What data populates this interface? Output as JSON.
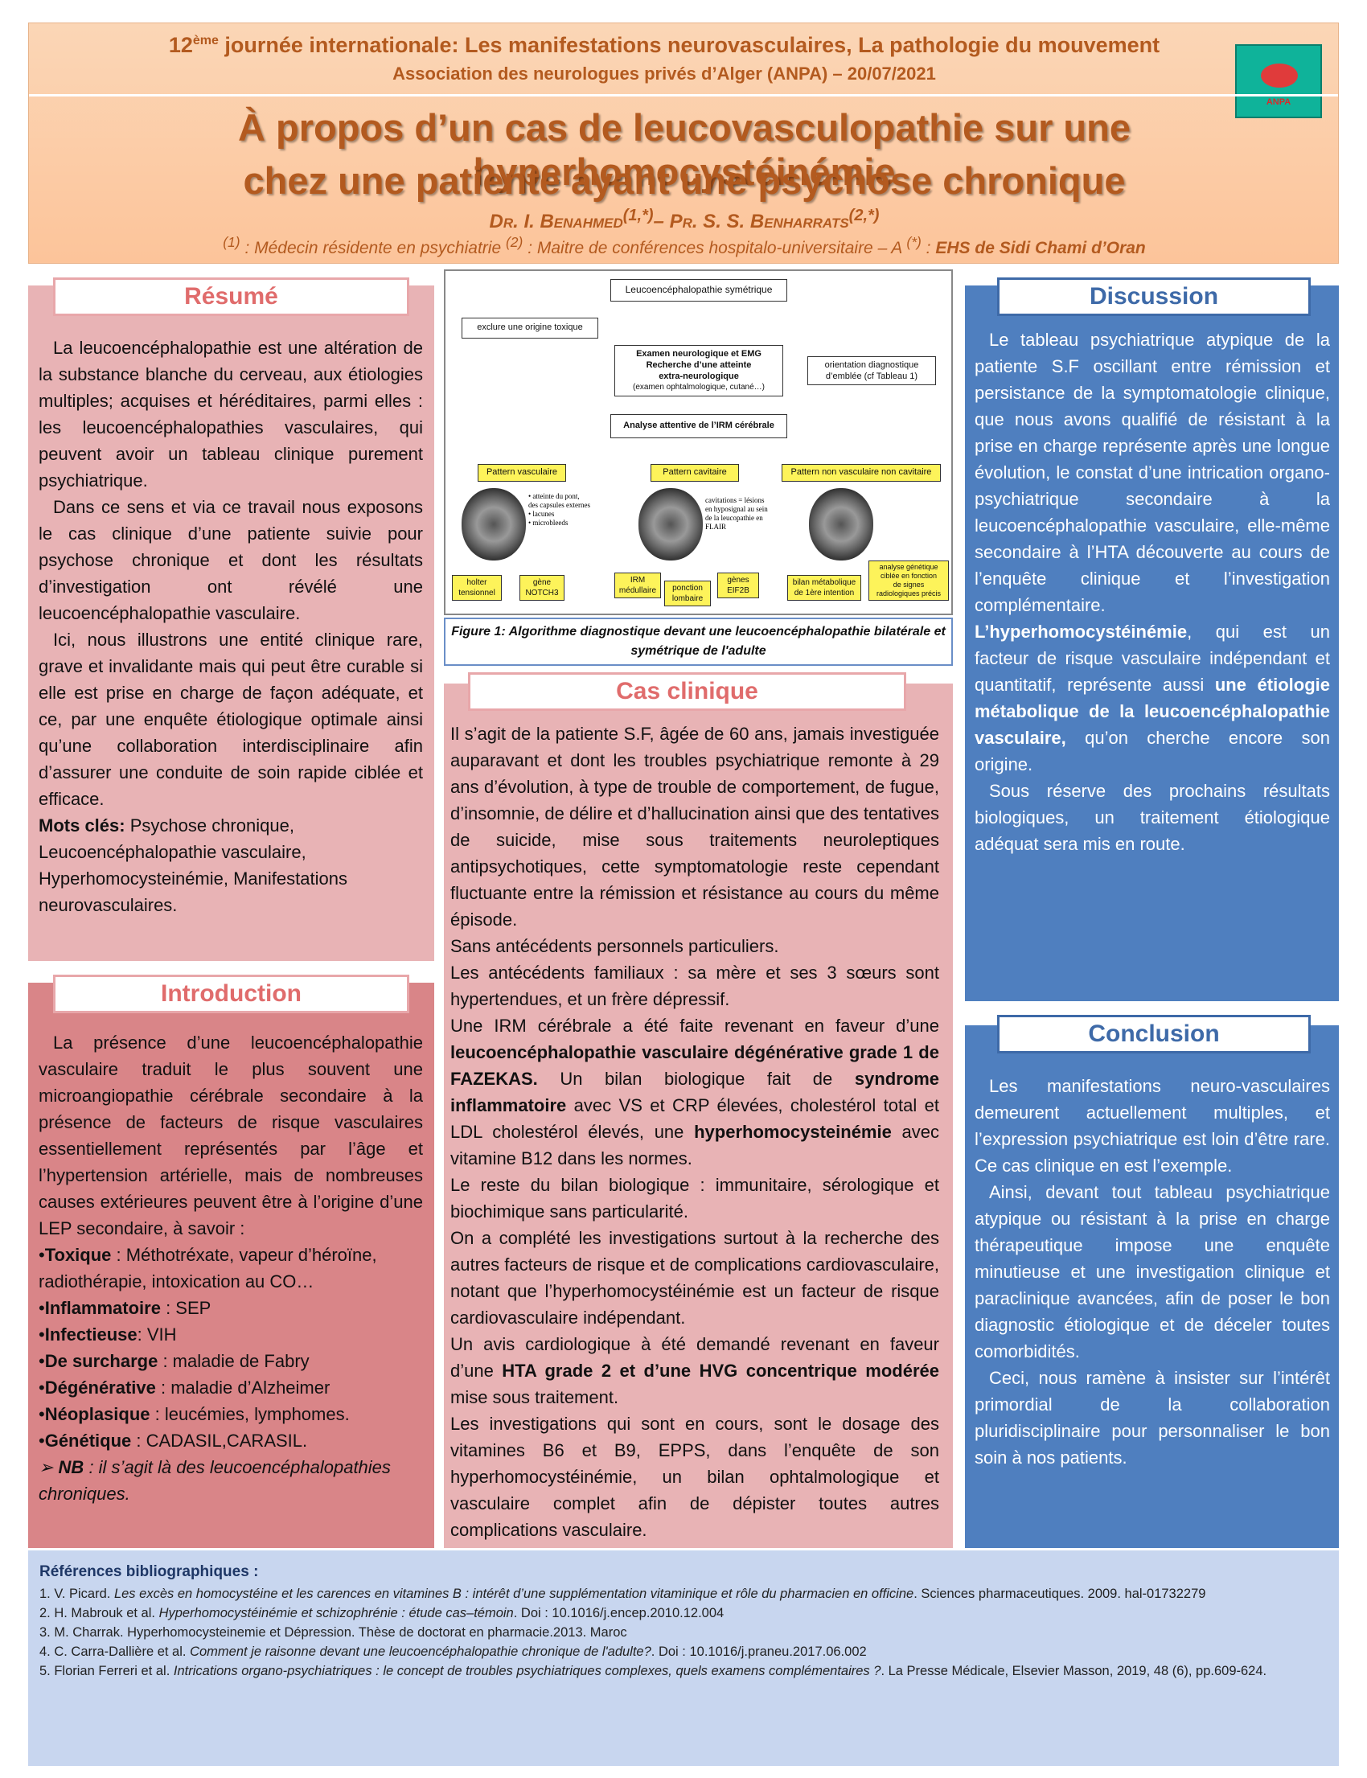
{
  "header": {
    "conf_prefix": "12",
    "conf_sup": "ème",
    "conf_rest": " journée internationale:  Les manifestations neurovasculaires, La pathologie du mouvement",
    "assoc": "Association des neurologues privés d’Alger (ANPA) – 20/07/2021",
    "title_line1": "À propos d’un cas de leucovasculopathie sur une hyperhomocystéinémie",
    "title_line2": "chez une patiente ayant une psychose chronique",
    "author1": "Dr. I. Benahmed",
    "author1_sup": "(1,*)",
    "author_sep": "– ",
    "author2": "Pr. S. S. Benharrats",
    "author2_sup": "(2,*)",
    "affil_sup1": "(1)",
    "affil_1": " : Médecin résidente en psychiatrie ",
    "affil_sup2": "(2)",
    "affil_2": " : Maitre de conférences hospitalo-universitaire – A ",
    "affil_sup3": "(*)",
    "affil_3": " : ",
    "affil_inst": "EHS de Sidi Chami d’Oran",
    "logo_text": "ANPA"
  },
  "resume": {
    "title": "Résumé",
    "p1": "La leucoencéphalopathie est une altération de la substance blanche du cerveau, aux étiologies multiples; acquises et héréditaires, parmi elles : les leucoencéphalopathies vasculaires, qui peuvent avoir un tableau clinique purement psychiatrique.",
    "p2": "Dans ce sens et via ce travail nous exposons le cas clinique d’une patiente suivie pour psychose chronique et dont les résultats d’investigation ont révélé une leucoencéphalopathie vasculaire.",
    "p3": "Ici, nous illustrons une entité clinique rare, grave et invalidante mais qui peut être curable si elle est prise en charge de façon adéquate, et ce, par une enquête étiologique optimale ainsi qu’une collaboration interdisciplinaire afin d’assurer une conduite de soin rapide ciblée et efficace.",
    "kw_label": "Mots clés:",
    "kw_text": " Psychose chronique, Leucoencéphalopathie vasculaire, Hyperhomocysteinémie, Manifestations neurovasculaires."
  },
  "introduction": {
    "title": "Introduction",
    "p1": "La présence d’une leucoencéphalopathie vasculaire traduit le plus souvent une microangiopathie cérébrale secondaire à la présence de facteurs de risque vasculaires essentiellement représentés par l’âge et l’hypertension artérielle, mais de nombreuses causes extérieures peuvent être à l’origine d’une LEP secondaire, à savoir :",
    "items": [
      {
        "label": "Toxique",
        "text": " : Méthotréxate, vapeur d’héroïne, radiothérapie, intoxication au CO…"
      },
      {
        "label": "Inflammatoire",
        "text": " : SEP"
      },
      {
        "label": "Infectieuse",
        "text": ": VIH"
      },
      {
        "label": "De surcharge",
        "text": " : maladie de Fabry"
      },
      {
        "label": "Dégénérative",
        "text": " : maladie d’Alzheimer"
      },
      {
        "label": "Néoplasique",
        "text": " : leucémies, lymphomes."
      },
      {
        "label": "Génétique",
        "text": " : CADASIL,CARASIL."
      }
    ],
    "nb_label": "NB",
    "nb_text": " : il s’agit là des leucoencéphalopathies chroniques."
  },
  "figure": {
    "caption": "Figure 1: Algorithme diagnostique devant une leucoencéphalopathie bilatérale et symétrique de l'adulte",
    "top": "Leucoencéphalopathie symétrique",
    "exclude": "exclure une origine toxique",
    "exam_l1": "Examen neurologique et EMG",
    "exam_l2": "Recherche d’une atteinte",
    "exam_l3": "extra-neurologique",
    "exam_l4": "(examen ophtalmologique, cutané…)",
    "orient_l1": "orientation diagnostique",
    "orient_l2": "d’emblée (cf Tableau 1)",
    "irm": "Analyse attentive de l’IRM cérébrale",
    "pat1": "Pattern vasculaire",
    "pat2": "Pattern cavitaire",
    "pat3": "Pattern non vasculaire non cavitaire",
    "note1_l1": "• atteinte du pont,",
    "note1_l2": "des capsules externes",
    "note1_l3": "• lacunes",
    "note1_l4": "• microbleeds",
    "note2_l1": "cavitations = lésions",
    "note2_l2": "en hyposignal au sein",
    "note2_l3": "de la leucopathie en",
    "note2_l4": "FLAIR",
    "b1_l1": "holter",
    "b1_l2": "tensionnel",
    "b2_l1": "gène",
    "b2_l2": "NOTCH3",
    "b3_l1": "IRM",
    "b3_l2": "médullaire",
    "b4_l1": "ponction",
    "b4_l2": "lombaire",
    "b5_l1": "gènes",
    "b5_l2": "EIF2B",
    "b6_l1": "bilan métabolique",
    "b6_l2": "de 1ère intention",
    "b7_l1": "analyse génétique",
    "b7_l2": "ciblée en fonction",
    "b7_l3": "de signes",
    "b7_l4": "radiologiques précis"
  },
  "cas": {
    "title": "Cas clinique",
    "p1": "Il s’agit de la patiente S.F, âgée de 60 ans, jamais investiguée auparavant et dont les troubles psychiatrique remonte à 29 ans d’évolution, à type de trouble de comportement, de fugue, d’insomnie, de délire et d’hallucination ainsi que des tentatives de suicide, mise sous traitements neuroleptiques antipsychotiques, cette symptomatologie reste cependant fluctuante entre la rémission et résistance au cours du même épisode.",
    "p2": "Sans antécédents personnels particuliers.",
    "p3": "Les antécédents familiaux : sa mère et ses 3 sœurs sont hypertendues, et un frère dépressif.",
    "p4a": "Une IRM cérébrale a été faite revenant en faveur d’une ",
    "p4b": "leucoencéphalopathie vasculaire dégénérative grade 1 de FAZEKAS.",
    "p4c": " Un bilan biologique fait de ",
    "p4d": "syndrome inflammatoire",
    "p4e": " avec VS et CRP élevées, cholestérol total et LDL cholestérol élevés, une ",
    "p4f": "hyperhomocysteinémie",
    "p4g": " avec vitamine B12 dans les normes.",
    "p5": "Le reste du bilan biologique : immunitaire, sérologique et biochimique sans particularité.",
    "p6": "On a complété les investigations surtout à la recherche des autres facteurs de risque et de complications cardiovasculaire, notant que l’hyperhomocystéinémie est un facteur de risque cardiovasculaire indépendant.",
    "p7a": "Un avis cardiologique à été demandé revenant en faveur d’une ",
    "p7b": "HTA  grade 2 et d’une HVG concentrique modérée",
    "p7c": " mise sous traitement.",
    "p8": "Les investigations qui sont en cours, sont le dosage des vitamines B6 et B9, EPPS, dans l’enquête de son hyperhomocystéinémie, un bilan ophtalmologique et vasculaire complet afin de dépister toutes autres complications vasculaire."
  },
  "discussion": {
    "title": "Discussion",
    "p1": "Le tableau psychiatrique atypique de la patiente S.F oscillant entre rémission et persistance de la symptomatologie clinique, que nous avons qualifié de résistant à la prise en charge représente après une longue évolution, le constat d’une intrication organo-psychiatrique secondaire à la leucoencéphalopathie vasculaire, elle-même secondaire à l’HTA découverte au cours de l’enquête clinique et l’investigation complémentaire.",
    "p2a": "L’hyperhomocystéinémie",
    "p2b": ", qui est un facteur de risque vasculaire indépendant et quantitatif, représente aussi ",
    "p2c": "une étiologie métabolique de la leucoencéphalopathie vasculaire,",
    "p2d": " qu’on cherche encore son origine.",
    "p3": "Sous réserve des prochains résultats biologiques, un traitement étiologique adéquat sera mis en route."
  },
  "conclusion": {
    "title": "Conclusion",
    "p1": "Les manifestations neuro-vasculaires demeurent actuellement multiples, et l’expression psychiatrique est loin d’être rare. Ce cas clinique en est l’exemple.",
    "p2": "Ainsi, devant tout tableau psychiatrique atypique ou résistant à la prise en charge thérapeutique impose une enquête minutieuse et une investigation clinique et paraclinique avancées, afin  de poser le bon diagnostic étiologique et de déceler toutes comorbidités.",
    "p3": "Ceci, nous ramène à insister sur l’intérêt primordial de la collaboration pluridisciplinaire pour personnaliser le bon soin à nos patients."
  },
  "references": {
    "title": "Références bibliographiques :",
    "r1a": "1. V. Picard. ",
    "r1b": "Les excès en homocystéine et les carences en vitamines B : intérêt d’une supplémentation vitaminique et rôle du pharmacien en officine",
    "r1c": ". Sciences pharmaceutiques. 2009. hal-01732279",
    "r2a": "2. H. Mabrouk et al. ",
    "r2b": "Hyperhomocystéinémie et schizophrénie : étude cas–témoin",
    "r2c": ". Doi : 10.1016/j.encep.2010.12.004",
    "r3": "3. M. Charrak. Hyperhomocysteinemie et Dépression. Thèse de doctorat en pharmacie.2013. Maroc",
    "r4a": "4. C. Carra-Dallière et al. ",
    "r4b": "Comment je raisonne devant une leucoencéphalopathie chronique de l'adulte?",
    "r4c": ". Doi : 10.1016/j.praneu.2017.06.002",
    "r5a": "5. Florian Ferreri et al. ",
    "r5b": "Intrications organo-psychiatriques : le concept de troubles psychiatriques complexes, quels examens complémentaires ?",
    "r5c": ". La Presse Médicale, Elsevier Masson, 2019, 48 (6), pp.609-624."
  }
}
